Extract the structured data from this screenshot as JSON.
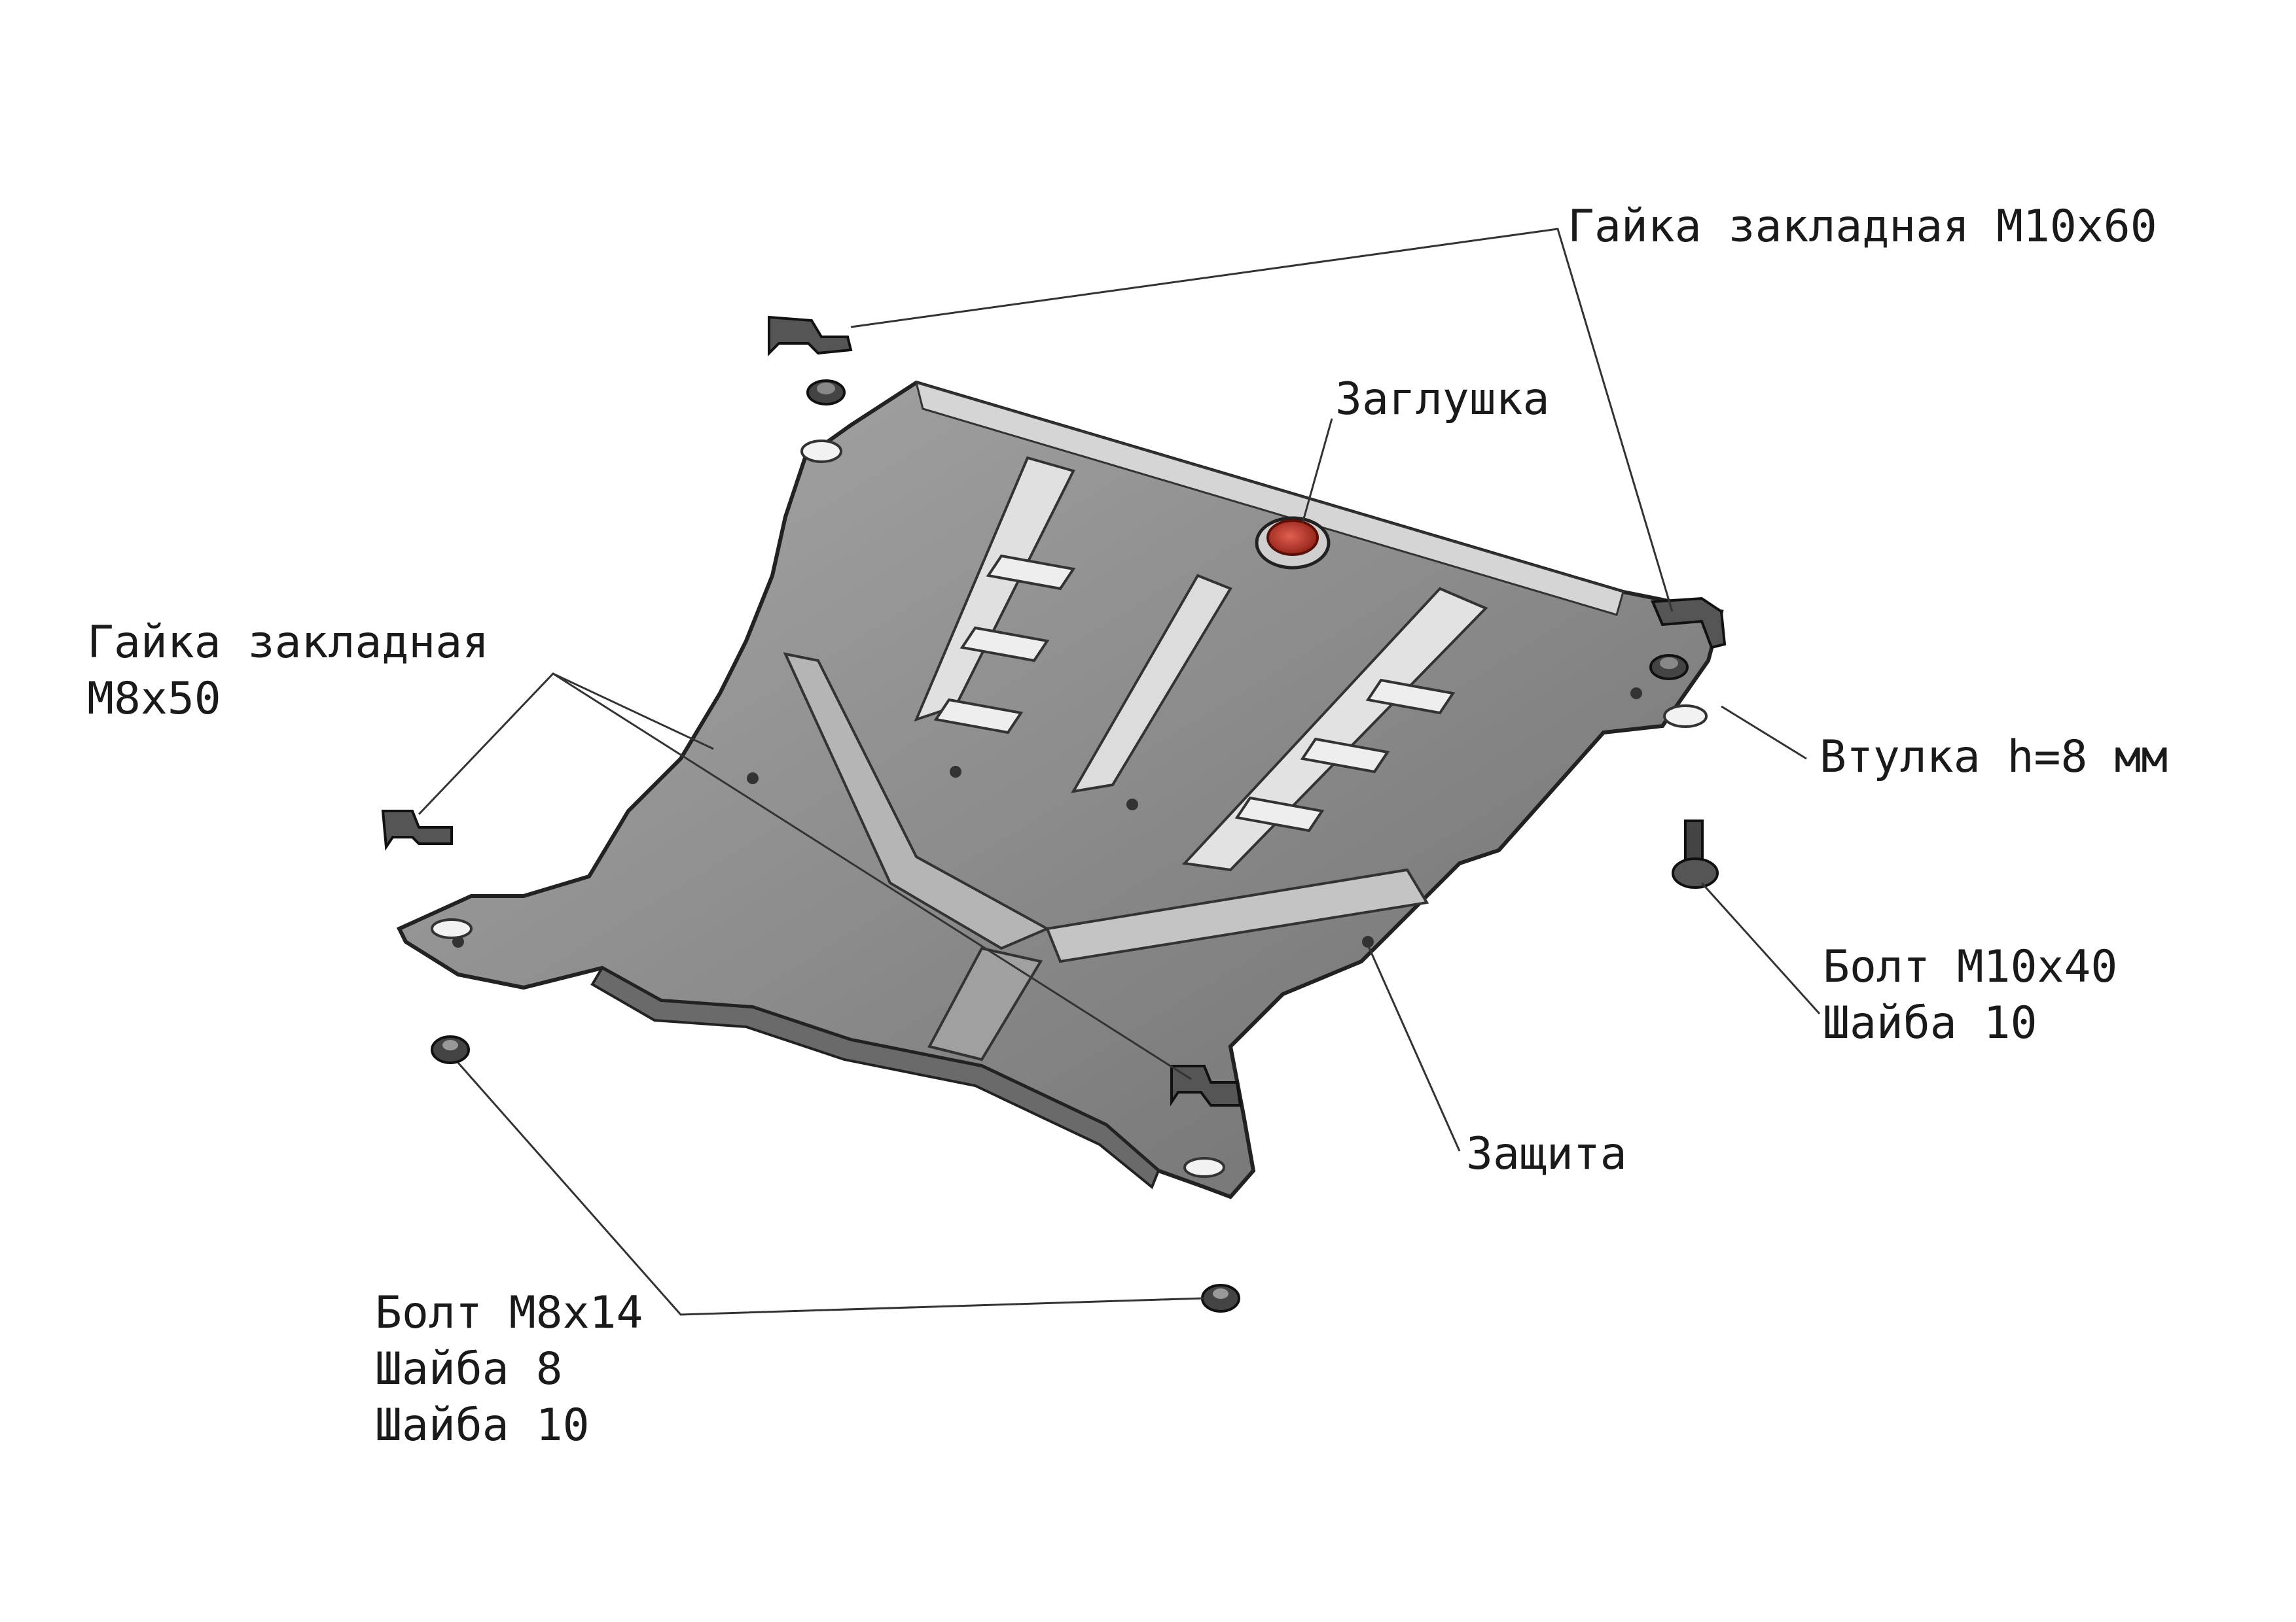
{
  "labels": {
    "nut_m10": "Гайка закладная М10х60",
    "plug": "Заглушка",
    "nut_m8": [
      "Гайка закладная",
      "М8х50"
    ],
    "bushing": "Втулка h=8 мм",
    "bolt_m10": [
      "Болт М10х40",
      "Шайба 10"
    ],
    "guard": "Защита",
    "bolt_m8": [
      "Болт М8х14",
      "Шайба 8",
      "Шайба 10"
    ]
  },
  "colors": {
    "plate_fill": "#8f8f8f",
    "plate_light": "#d9d9d9",
    "plate_dark": "#555555",
    "outline": "#222222",
    "plug_red": "#c23a2a",
    "leader": "#333333",
    "text": "#1a1a1a"
  }
}
